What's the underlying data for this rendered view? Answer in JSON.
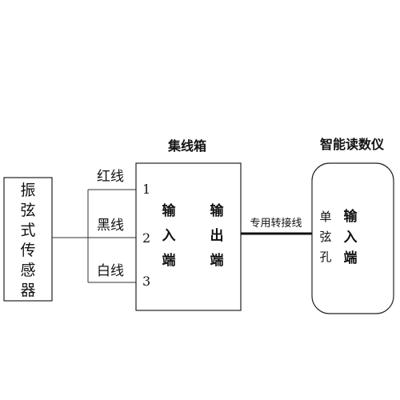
{
  "sensor": {
    "chars": [
      "振",
      "弦",
      "式",
      "传",
      "感",
      "器"
    ]
  },
  "wires": {
    "red": "红线",
    "black": "黑线",
    "white": "白线"
  },
  "junction_box": {
    "title": "集线箱",
    "pins": [
      "1",
      "2",
      "3"
    ],
    "input_chars": [
      "输",
      "入",
      "端"
    ],
    "output_chars": [
      "输",
      "出",
      "端"
    ]
  },
  "cable": {
    "label": "专用转接线"
  },
  "reader": {
    "title": "智能读数仪",
    "hole_chars": [
      "单",
      "弦",
      "孔"
    ],
    "input_chars": [
      "输",
      "入",
      "端"
    ]
  },
  "colors": {
    "stroke": "#222222",
    "text": "#111111"
  }
}
